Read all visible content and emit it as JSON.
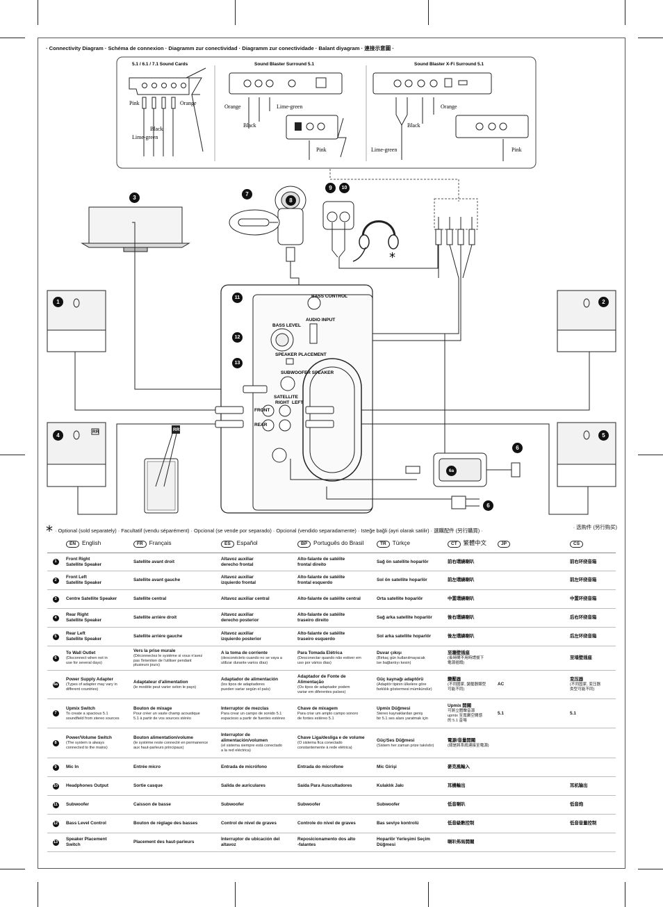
{
  "title": "· Connectivity Diagram · Schéma de connexion · Diagramm zur conectividad · Diagramm zur conectividade · Balant diyagram · 連接示意圖 ·",
  "panels": [
    {
      "title": "5.1 / 6.1 / 7.1 Sound Cards",
      "labels": [
        "Pink",
        "Orange",
        "Black",
        "Lime-green"
      ]
    },
    {
      "title": "Sound Blaster Surround 5.1",
      "labels": [
        "Orange",
        "Lime-green",
        "Black",
        "Pink"
      ]
    },
    {
      "title": "Sound Blaster X-Fi Surround 5.1",
      "labels": [
        "Orange",
        "Black",
        "Lime-green",
        "Pink"
      ]
    }
  ],
  "callouts": [
    "1",
    "2",
    "3",
    "4",
    "5",
    "6",
    "6a",
    "7",
    "8",
    "9",
    "10",
    "11",
    "12",
    "13"
  ],
  "panel_text": {
    "bass_control": "BASS CONTROL",
    "audio_input": "AUDIO INPUT",
    "bass_level": "BASS LEVEL",
    "speaker_placement": "SPEAKER PLACEMENT",
    "subwoofer_speaker": "SUBWOOFER SPEAKER",
    "satellite": "SATELLITE",
    "front": "FRONT",
    "rear": "REAR",
    "right": "RIGHT",
    "left": "LEFT",
    "rr": "RR"
  },
  "optional": {
    "star": "*",
    "text": "· Optional (sold separately) · Facultatif (vendu séparément) · Opcional (se vende por separado) · Opcional (vendido separadamente) · Isteğe bağli (ayri olarak satilir) · 選購配件 (另行購買) ·",
    "cs": "· 选购件 (另行购买)"
  },
  "languages": [
    {
      "code": "EN",
      "name": "English"
    },
    {
      "code": "FR",
      "name": "Français"
    },
    {
      "code": "ES",
      "name": "Español"
    },
    {
      "code": "BP",
      "name": "Português do Brasil"
    },
    {
      "code": "TR",
      "name": "Türkçe"
    },
    {
      "code": "CT",
      "name": "繁體中文"
    },
    {
      "code": "JP",
      "name": ""
    },
    {
      "code": "CS",
      "name": ""
    }
  ],
  "rows": [
    {
      "n": "1",
      "cells": [
        {
          "t": "Front Right\nSatellite Speaker"
        },
        {
          "t": "Satellite avant droit"
        },
        {
          "t": "Altavoz auxiliar\nderecho frontal"
        },
        {
          "t": "Alto-falante de satélite\nfrontal direito"
        },
        {
          "t": "Sağ ön satellite hoparlör"
        },
        {
          "t": "前右環繞喇叭"
        },
        {
          "t": ""
        },
        {
          "t": "前右环绕音箱"
        }
      ]
    },
    {
      "n": "2",
      "cells": [
        {
          "t": "Front Left\nSatellite Speaker"
        },
        {
          "t": "Satellite avant gauche"
        },
        {
          "t": "Altavoz auxiliar\nizquierdo frontal"
        },
        {
          "t": "Alto-falante de satélite\nfrontal esquerdo"
        },
        {
          "t": "Sol ön satellite hoparlör"
        },
        {
          "t": "前左環繞喇叭"
        },
        {
          "t": ""
        },
        {
          "t": "前左环绕音箱"
        }
      ]
    },
    {
      "n": "3",
      "cells": [
        {
          "t": "Centre Satellite Speaker"
        },
        {
          "t": "Satellite central"
        },
        {
          "t": "Altavoz auxiliar central"
        },
        {
          "t": "Alto-falante de satélite central"
        },
        {
          "t": "Orta satellite hoparlör"
        },
        {
          "t": "中置環繞喇叭"
        },
        {
          "t": ""
        },
        {
          "t": "中置环绕音箱"
        }
      ]
    },
    {
      "n": "4",
      "cells": [
        {
          "t": "Rear Right\nSatellite Speaker"
        },
        {
          "t": "Satellite arrière droit"
        },
        {
          "t": "Altavoz auxiliar\nderecho posterior"
        },
        {
          "t": "Alto-falante de satélite\ntraseiro direito"
        },
        {
          "t": "Sağ arka satellite hoparlör"
        },
        {
          "t": "後右環繞喇叭"
        },
        {
          "t": ""
        },
        {
          "t": "后右环绕音箱"
        }
      ]
    },
    {
      "n": "5",
      "cells": [
        {
          "t": "Rear Left\nSatellite Speaker"
        },
        {
          "t": "Satellite arrière gauche"
        },
        {
          "t": "Altavoz auxiliar\nizquierdo posterior"
        },
        {
          "t": "Alto-falante de satélite\ntraseiro esquerdo"
        },
        {
          "t": "Sol arka satellite hoparlör"
        },
        {
          "t": "後左環繞喇叭"
        },
        {
          "t": ""
        },
        {
          "t": "后左环绕音箱"
        }
      ]
    },
    {
      "n": "6",
      "cells": [
        {
          "t": "To Wall Outlet",
          "s": "(Disconnect when not in\nuse for several days)"
        },
        {
          "t": "Vers la prise murale",
          "s": "(Déconnectez le système si vous n'avez\npas l'intention de l'utiliser pendant\nplusieurs jours)"
        },
        {
          "t": "A la toma de corriente",
          "s": "(desconéctelo cuando no se vaya a\nutilizar durante varios días)"
        },
        {
          "t": "Para Tomada Elétrica",
          "s": "(Desconectar quando não estiver em\nuso por vários dias)"
        },
        {
          "t": "Duvar çıkışı",
          "s": "(Birkaç gün kullanılmayacak\nise bağlantıyı kesin)"
        },
        {
          "t": "至牆壁插座",
          "s": "(長時間不用時請拔下\n電源插頭)"
        },
        {
          "t": ""
        },
        {
          "t": "至墙壁插座"
        }
      ]
    },
    {
      "n": "6a",
      "cells": [
        {
          "t": "Power Supply Adapter",
          "s": "(Types of adapter may vary in\ndifferent countries)"
        },
        {
          "t": "Adaptateur d'alimentation",
          "s": "(le modèle peut varier selon le pays)"
        },
        {
          "t": "Adaptador de alimentación",
          "s": "(los tipos de adaptadores\npueden variar según el país)"
        },
        {
          "t": "Adaptador de Fonte de\nAlimentação",
          "s": "(Os tipos de adaptador podem\nvariar em diferentes países)"
        },
        {
          "t": "Güç kaynağı adaptörü",
          "s": "(Adaptör tipinin ülkelere göre\nfarklılık göstermesi mümkündür)"
        },
        {
          "t": "變壓器",
          "s": "(不同國家, 變壓器類型\n可能不同)"
        },
        {
          "t": "AC"
        },
        {
          "t": "变压器",
          "s": "(不同国家, 变压器\n类型可能不同)"
        }
      ]
    },
    {
      "n": "7",
      "cells": [
        {
          "t": "Upmix Switch",
          "s": "To create a spacious 5.1\nsoundfield from stereo sources"
        },
        {
          "t": "Bouton de mixage",
          "s": "Pour créer un vaste champ acoustique\n5.1 à partir de vos sources stéréo"
        },
        {
          "t": "Interruptor de mezclas",
          "s": "Para crear un campo de sonido 5.1\nespacioso a partir de fuentes estéreo"
        },
        {
          "t": "Chave de mixagem",
          "s": "Para criar um amplo campo sonoro\nde fontes estéreo 5.1"
        },
        {
          "t": "Upmix Düğmesi",
          "s": "Stereo kaynaklardan geniş\nbir 5.1 ses alanı yaratmak için"
        },
        {
          "t": "Upmix 開關",
          "s": "可將立體聲音源\nupmix 至寬廣空間感\n的 5.1 音場"
        },
        {
          "t": "5.1"
        },
        {
          "t": "5.1"
        }
      ]
    },
    {
      "n": "8",
      "cells": [
        {
          "t": "Power/Volume Switch",
          "s": "(The system is always\nconnected to the mains)"
        },
        {
          "t": "Bouton alimentation/volume",
          "s": "(le système reste connecté en permanence\naux haut-parleurs principaux)"
        },
        {
          "t": "Interruptor de\nalimentación/volumen",
          "s": "(el sistema siempre está conectado\na la red eléctrica)"
        },
        {
          "t": "Chave Liga/desliga e de volume",
          "s": "(O sistema fica conectado\nconstantemente à rede elétrica)"
        },
        {
          "t": "Güç/Ses Düğmesi",
          "s": "(Sistem her zaman prize takılıdır)"
        },
        {
          "t": "電源/音量開關",
          "s": "(總是將系統連接至電源)"
        },
        {
          "t": ""
        },
        {
          "t": ""
        }
      ]
    },
    {
      "n": "9",
      "cells": [
        {
          "t": "Mic In"
        },
        {
          "t": "Entrée micro"
        },
        {
          "t": "Entrada de micrófono"
        },
        {
          "t": "Entrada do microfone"
        },
        {
          "t": "Mic Girişi"
        },
        {
          "t": "麥克風輸入"
        },
        {
          "t": ""
        },
        {
          "t": ""
        }
      ]
    },
    {
      "n": "10",
      "cells": [
        {
          "t": "Headphones Output"
        },
        {
          "t": "Sortie casque"
        },
        {
          "t": "Salida de auriculares"
        },
        {
          "t": "Saída Para Auscultadores"
        },
        {
          "t": "Kulaklık Jakı"
        },
        {
          "t": "耳機輸出"
        },
        {
          "t": ""
        },
        {
          "t": "耳机输出"
        }
      ]
    },
    {
      "n": "11",
      "cells": [
        {
          "t": "Subwoofer"
        },
        {
          "t": "Caisson de basse"
        },
        {
          "t": "Subwoofer"
        },
        {
          "t": "Subwoofer"
        },
        {
          "t": "Subwoofer"
        },
        {
          "t": "低音喇叭"
        },
        {
          "t": ""
        },
        {
          "t": "低音炮"
        }
      ]
    },
    {
      "n": "12",
      "cells": [
        {
          "t": "Bass Level Control"
        },
        {
          "t": "Bouton de réglage des basses"
        },
        {
          "t": "Control de nivel de graves"
        },
        {
          "t": "Controle do nivel de graves"
        },
        {
          "t": "Bas seviye kontrolü"
        },
        {
          "t": "低音級數控制"
        },
        {
          "t": ""
        },
        {
          "t": "低音音量控制"
        }
      ]
    },
    {
      "n": "13",
      "cells": [
        {
          "t": "Speaker Placement\nSwitch"
        },
        {
          "t": "Placement des haut-parleurs"
        },
        {
          "t": "Interruptor de ubicación del\naltavoz"
        },
        {
          "t": "Reposicionamento dos alto\n-falantes"
        },
        {
          "t": "Hoparlör Yerleşimi Seçim\nDüğmesi"
        },
        {
          "t": "喇叭佈局開關"
        },
        {
          "t": ""
        },
        {
          "t": ""
        }
      ]
    }
  ]
}
